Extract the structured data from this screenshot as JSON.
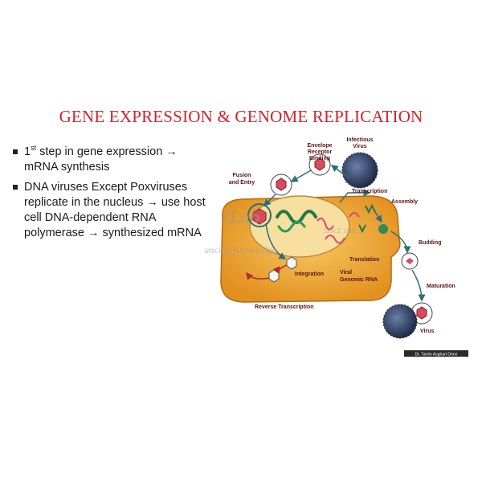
{
  "slide": {
    "title": "GENE EXPRESSION & GENOME REPLICATION",
    "bullets": [
      {
        "pre": "1",
        "sup": "st",
        "rest": " step in gene expression → mRNA synthesis"
      },
      {
        "text": "DNA viruses Except Poxviruses replicate in the nucleus → use host cell DNA-dependent RNA polymerase → synthesized mRNA"
      }
    ]
  },
  "diagram": {
    "labels": {
      "infectious_virus_1": "Infectious",
      "infectious_virus_2": "Virus",
      "envelope_1": "Envelope",
      "envelope_2": "Receptor",
      "envelope_3": "Binding",
      "fusion_1": "Fusion",
      "fusion_2": "and Entry",
      "transcription": "Transcription",
      "assembly": "Assembly",
      "budding": "Budding",
      "translation": "Translation",
      "integration": "Integration",
      "viral_rna_1": "Viral",
      "viral_rna_2": "Genomic RNA",
      "maturation": "Maturation",
      "reverse_transcription": "Reverse Transcription",
      "virus": "Virus",
      "credit": "Dr. Tarein Asghari Onne"
    },
    "watermark": {
      "logo": "JLab",
      "since": "SINCE 1980",
      "tagline": "Enhancing Knowledge"
    }
  },
  "colors": {
    "title": "#d61f26",
    "cell": "#f0a838",
    "nucleus": "#f7dfa0",
    "virus": "#2f3e63",
    "label": "#5a1214",
    "arrow": "#2a6f7a"
  }
}
